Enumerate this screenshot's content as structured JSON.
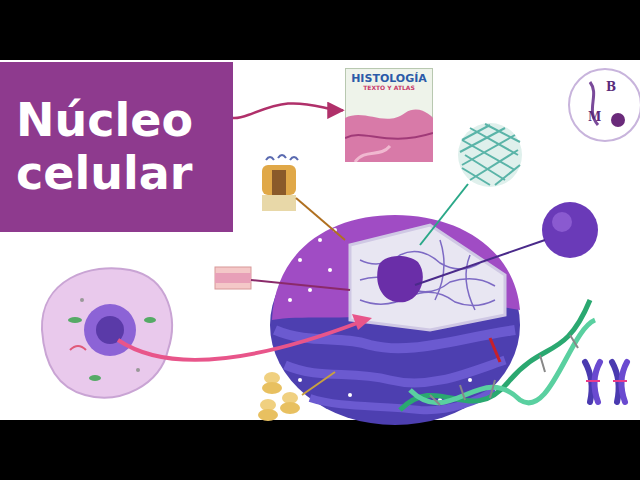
{
  "diagram": {
    "nodes": [
      {
        "text": [
          "Núcleo celular"
        ]
      },
      {
        "text": [
          "HISTOLOGÍA",
          "TEXTO Y ATLAS"
        ]
      }
    ],
    "edges": [
      {
        "from": 0,
        "to": 1,
        "arrow": "to"
      }
    ],
    "labels": [
      "B",
      "M"
    ]
  }
}
